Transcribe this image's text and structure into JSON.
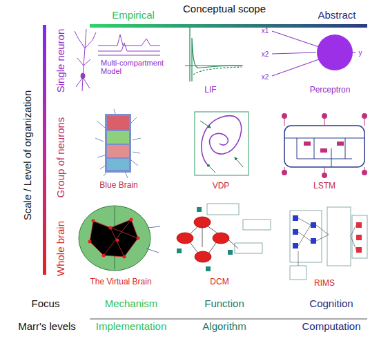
{
  "diagram": {
    "title": "Conceptual scope",
    "labels": [
      "Empirical",
      "Abstract",
      "Scale / Level of organization",
      "Single neuron",
      "Group of neurons",
      "Whole brain",
      "Multi-compartment Model",
      "LIF",
      "x1",
      "x2",
      "x2",
      "y",
      "Perceptron",
      "Blue Brain",
      "VDP",
      "LSTM",
      "The Virtual Brain",
      "DCM",
      "RIMS",
      "Focus",
      "Mechanism",
      "Function",
      "Cognition",
      "Marr's levels",
      "Implementation",
      "Algorithm",
      "Computation"
    ]
  }
}
